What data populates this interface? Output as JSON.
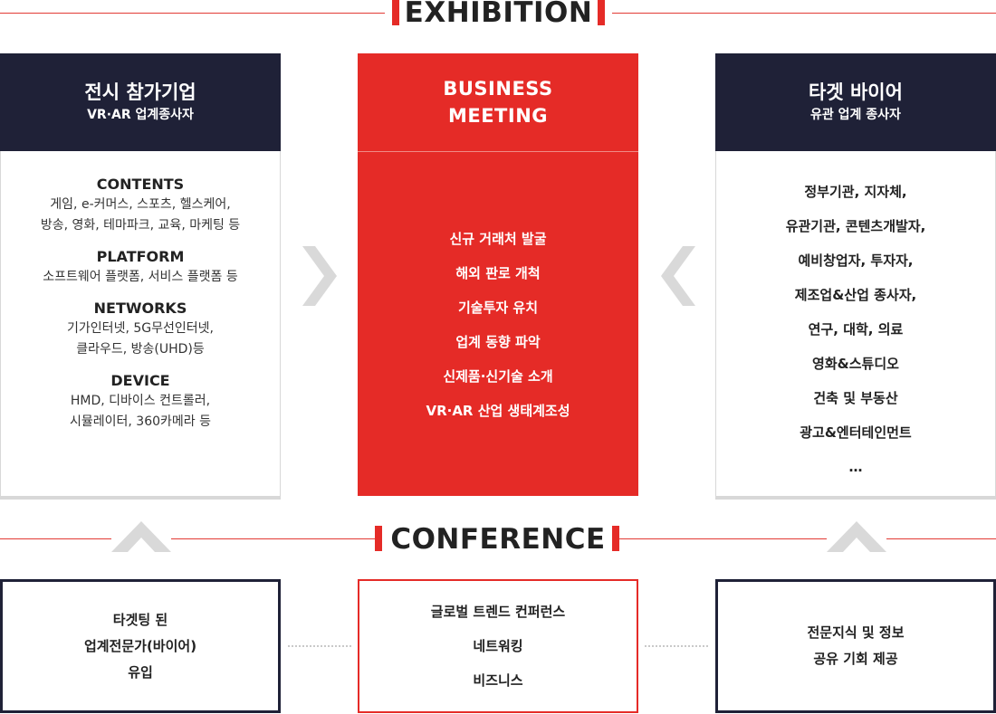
{
  "exhibition_title": "EXHIBITION",
  "conference_title": "CONFERENCE",
  "left": {
    "title": "전시 참가기업",
    "subtitle": "VR·AR 업계종사자",
    "categories": [
      {
        "title": "CONTENTS",
        "lines": [
          "게임, e-커머스, 스포츠, 헬스케어,",
          "방송, 영화, 테마파크, 교육, 마케팅 등"
        ]
      },
      {
        "title": "PLATFORM",
        "lines": [
          "소프트웨어 플랫폼, 서비스 플랫폼 등"
        ]
      },
      {
        "title": "NETWORKS",
        "lines": [
          "기가인터넷, 5G무선인터넷,",
          "클라우드, 방송(UHD)등"
        ]
      },
      {
        "title": "DEVICE",
        "lines": [
          "HMD, 디바이스 컨트롤러,",
          "시뮬레이터, 360카메라 등"
        ]
      }
    ]
  },
  "middle": {
    "title_line1": "BUSINESS",
    "title_line2": "MEETING",
    "items": [
      "신규 거래처 발굴",
      "해외 판로 개척",
      "기술투자 유치",
      "업계 동향 파악",
      "신제품·신기술 소개",
      "VR·AR 산업 생태계조성"
    ]
  },
  "right": {
    "title": "타겟 바이어",
    "subtitle": "유관 업계 종사자",
    "items": [
      "정부기관, 지자체,",
      "유관기관, 콘텐츠개발자,",
      "예비창업자, 투자자,",
      "제조업&산업 종사자,",
      "연구, 대학, 의료",
      "영화&스튜디오",
      "건축 및 부동산",
      "광고&엔터테인먼트",
      "…"
    ]
  },
  "bottom": {
    "left": [
      "타겟팅 된",
      "업계전문가(바이어)",
      "유입"
    ],
    "middle": [
      "글로벌 트렌드 컨퍼런스",
      "네트워킹",
      "비즈니스"
    ],
    "right": [
      "전문지식 및 정보",
      "공유 기회 제공"
    ]
  },
  "colors": {
    "accent": "#e52b27",
    "dark": "#1f2137",
    "gray": "#d8d8d8"
  }
}
